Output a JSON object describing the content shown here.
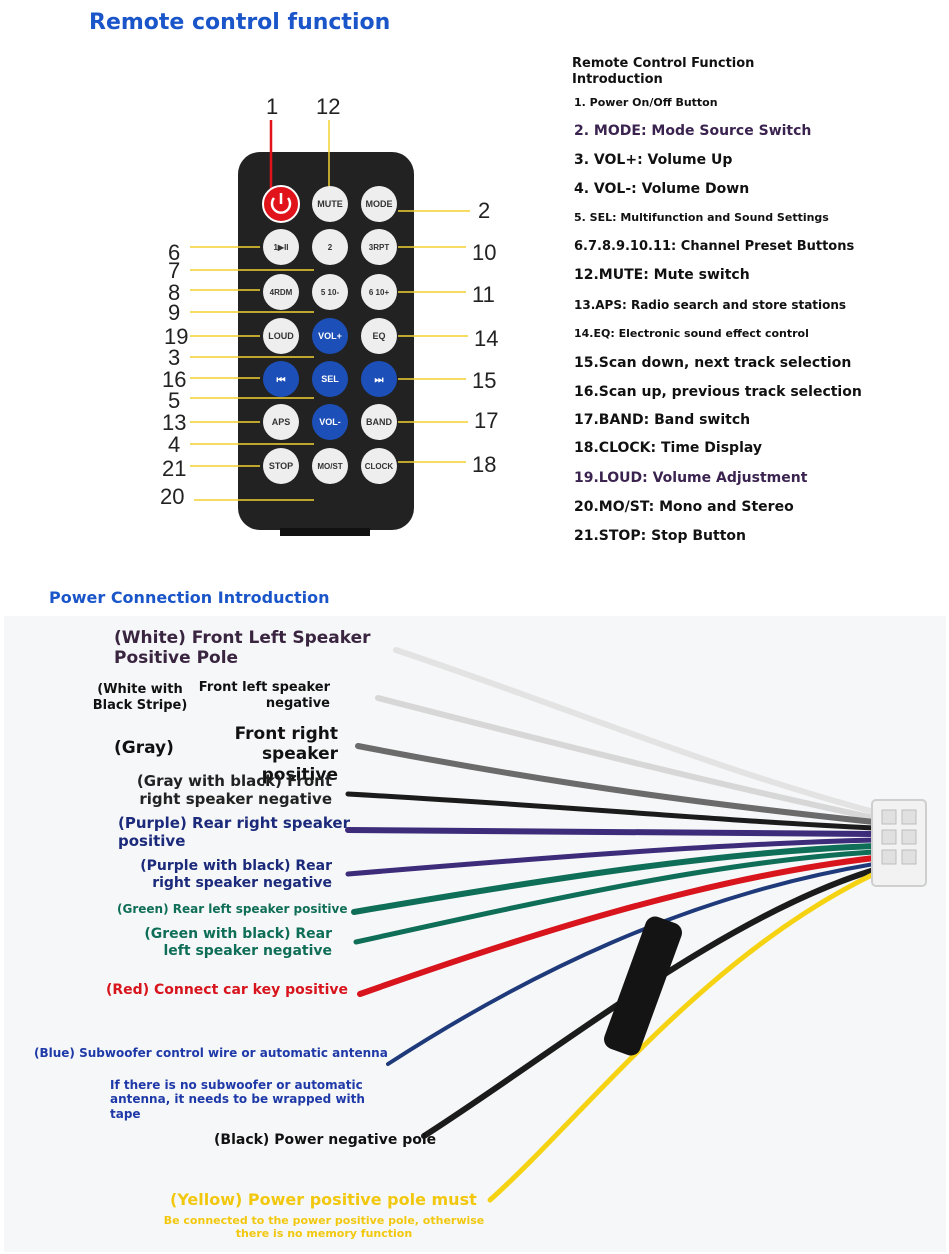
{
  "remote_section": {
    "title": "Remote control function",
    "callouts": [
      "1",
      "12",
      "2",
      "6",
      "7",
      "8",
      "9",
      "19",
      "3",
      "16",
      "5",
      "13",
      "4",
      "21",
      "20",
      "10",
      "11",
      "14",
      "15",
      "17",
      "18"
    ],
    "buttons": [
      "MUTE",
      "MODE",
      "1▶II",
      "2",
      "3RPT",
      "4RDM",
      "5\n10-",
      "6\n10+",
      "LOUD",
      "VOL+",
      "EQ",
      "⏮",
      "SEL",
      "⏭",
      "APS",
      "VOL-",
      "BAND",
      "STOP",
      "MO/ST",
      "CLOCK"
    ],
    "colors": {
      "power_button": "#e0141a",
      "blue_button": "#1d4fb8",
      "remote_body": "#222222",
      "callout_line": "#f3d22f"
    }
  },
  "function_list": {
    "heading": "Remote Control Function Introduction",
    "items": [
      "1. Power On/Off Button",
      "2. MODE: Mode Source Switch",
      "3. VOL+: Volume Up",
      "4. VOL-: Volume Down",
      "5. SEL: Multifunction and Sound Settings",
      "6.7.8.9.10.11: Channel Preset Buttons",
      "12.MUTE: Mute switch",
      "13.APS: Radio search and store stations",
      "14.EQ: Electronic sound effect control",
      "15.Scan down, next track selection",
      "16.Scan up, previous track selection",
      "17.BAND: Band switch",
      "18.CLOCK: Time Display",
      "19.LOUD: Volume Adjustment",
      "20.MO/ST: Mono and Stereo",
      "21.STOP: Stop Button"
    ]
  },
  "power_section": {
    "title": "Power Connection Introduction",
    "labels": {
      "white": "(White) Front Left Speaker Positive Pole",
      "white_black_color": "(White with Black Stripe)",
      "white_black_desc": "Front left speaker negative",
      "gray_color": "(Gray)",
      "gray_desc": "Front right speaker positive",
      "gray_black": "(Gray with black) Front right speaker negative",
      "purple": "(Purple) Rear right speaker positive",
      "purple_black": "(Purple with black) Rear right speaker negative",
      "green": "(Green) Rear left speaker positive",
      "green_black": "(Green with black) Rear left speaker negative",
      "red": "(Red) Connect car key positive",
      "blue": "(Blue) Subwoofer control wire or automatic antenna",
      "blue_note": "If there is no subwoofer or automatic antenna, it needs to be wrapped with tape",
      "black": "(Black) Power negative pole",
      "yellow": "(Yellow) Power positive pole must",
      "yellow_note": "Be connected to the power positive pole, otherwise there is no memory function"
    },
    "colors": {
      "white": "#e6e6e6",
      "gray": "#6b6b6b",
      "black": "#1b1b1b",
      "purple": "#3d2c7a",
      "green": "#0f6e57",
      "red": "#d8141d",
      "blue": "#1f3a7a",
      "yellow": "#f5d312",
      "navy_text": "#1b2a7a",
      "green_text": "#0f6e57",
      "red_text": "#d8141d",
      "yellow_text": "#f2c80f",
      "blue_text": "#1f3aa8"
    }
  }
}
